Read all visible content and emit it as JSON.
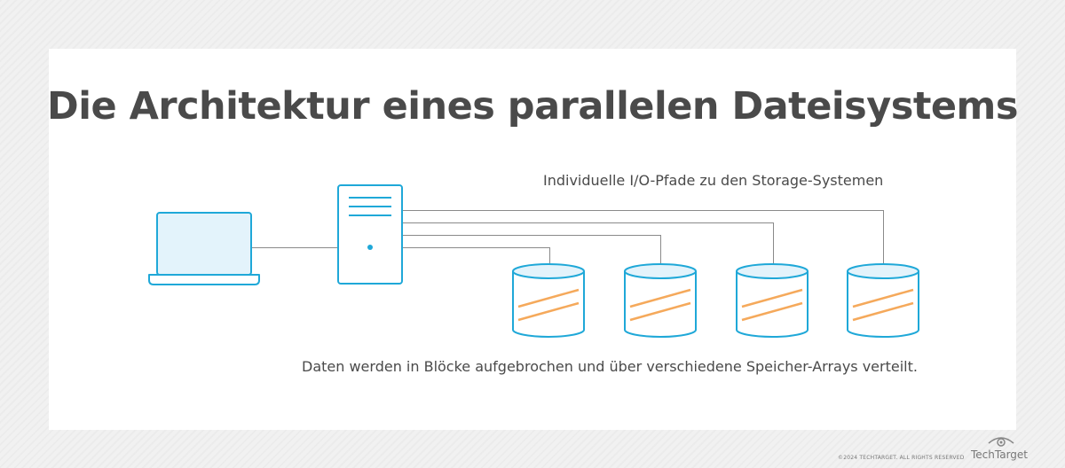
{
  "title": "Die Architektur eines parallelen Dateisystems",
  "labels": {
    "io_paths": "Individuelle I/O-Pfade zu den Storage-Systemen",
    "data_blocks": "Daten werden in Blöcke aufgebrochen und über verschiedene Speicher-Arrays verteilt."
  },
  "footer": {
    "copyright": "©2024 TECHTARGET. ALL RIGHTS RESERVED",
    "brand": "TechTarget"
  },
  "colors": {
    "outline": "#1fa8d8",
    "device_fill": "#e3f3fb",
    "stripes": "#f5a95b",
    "connector": "#8a8a8a",
    "text": "#4a4a4a"
  },
  "icons": [
    "laptop-icon",
    "server-icon",
    "storage-icon",
    "storage-icon",
    "storage-icon",
    "storage-icon"
  ]
}
